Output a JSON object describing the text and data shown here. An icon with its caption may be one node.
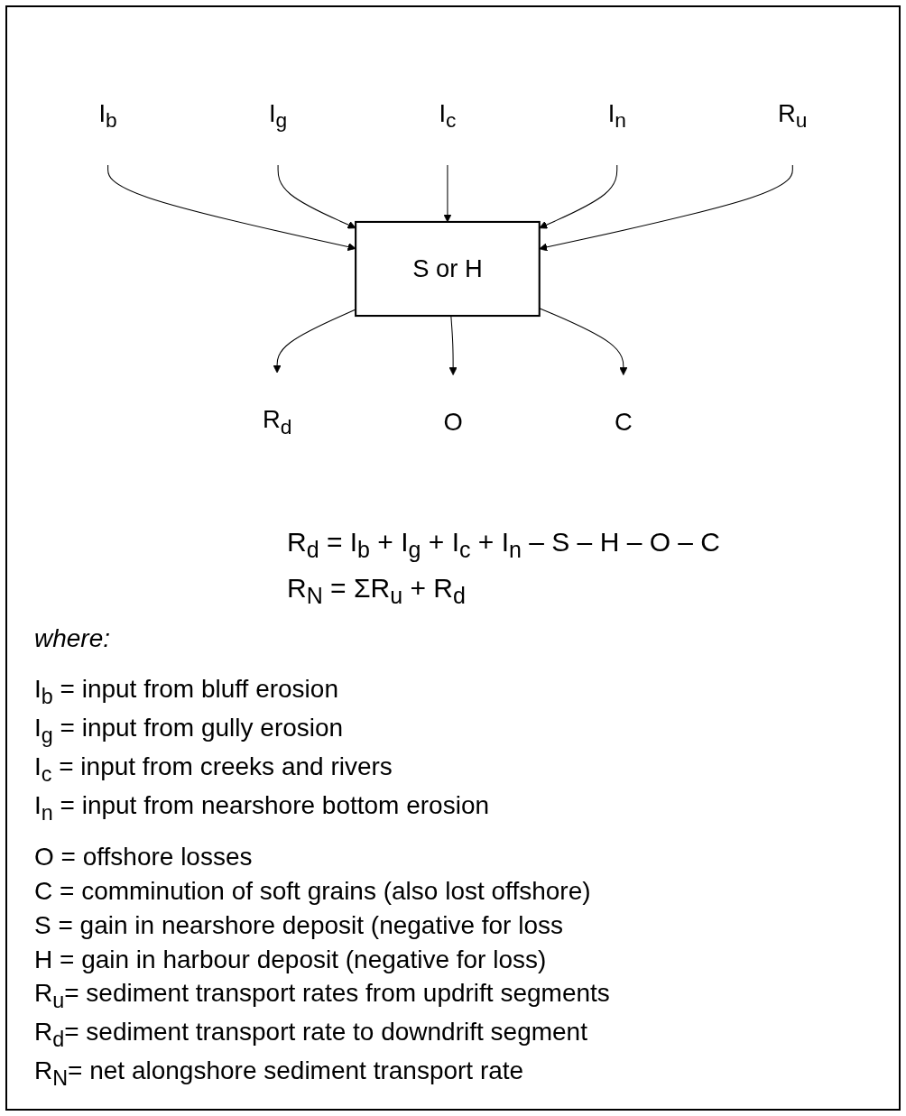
{
  "diagram": {
    "nodes": [
      {
        "text": [
          "I$_{b}$"
        ]
      },
      {
        "text": [
          "I$_{g}$"
        ]
      },
      {
        "text": [
          "I$_{c}$"
        ]
      },
      {
        "text": [
          "I$_{n}$"
        ]
      },
      {
        "text": [
          "R$_{u}$"
        ]
      },
      {
        "text": [
          "S or H"
        ]
      },
      {
        "text": [
          "R$_{d}$"
        ]
      },
      {
        "text": [
          "O"
        ]
      },
      {
        "text": [
          "C"
        ]
      }
    ],
    "edges": [
      {
        "from": 0,
        "to": 5,
        "arrow": "to"
      },
      {
        "from": 1,
        "to": 5,
        "arrow": "to"
      },
      {
        "from": 2,
        "to": 5,
        "arrow": "to"
      },
      {
        "from": 3,
        "to": 5,
        "arrow": "to"
      },
      {
        "from": 4,
        "to": 5,
        "arrow": "to"
      },
      {
        "from": 5,
        "to": 6,
        "arrow": "to"
      },
      {
        "from": 5,
        "to": 7,
        "arrow": "to"
      },
      {
        "from": 5,
        "to": 8,
        "arrow": "to"
      }
    ],
    "labels": [
      "R$_{d}$ = I$_{b}$ + I$_{g}$ + I$_{c}$ + I$_{n}$ – S – H – O – C",
      "R$_{N}$ = ΣR$_{u}$ + R$_{d}$",
      "where:",
      "I$_{b}$ = input from bluff erosion",
      "I$_{g}$ = input from gully erosion",
      "I$_{c}$ = input from creeks and rivers",
      "I$_{n}$ = input from nearshore bottom erosion",
      "O = offshore losses",
      "C = comminution of soft grains (also lost offshore)",
      "S = gain in nearshore deposit (negative for loss",
      "H = gain in harbour deposit (negative for loss)",
      "R$_{u}$= sediment transport rates from updrift segments",
      "R$_{d}$= sediment transport rate to downdrift segment",
      "R$_{N}$= net alongshore sediment transport rate"
    ]
  }
}
